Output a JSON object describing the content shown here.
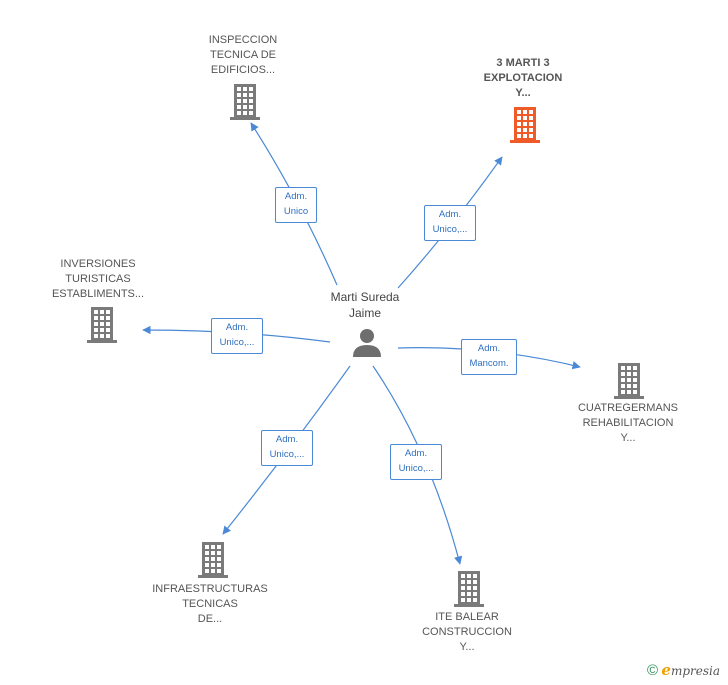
{
  "center": {
    "name": "Marti Sureda\nJaime",
    "icon": "person-icon"
  },
  "companies": [
    {
      "id": "inspeccion",
      "label": "INSPECCION\nTECNICA DE\nEDIFICIOS...",
      "role": "Adm.\nUnico",
      "highlight": false
    },
    {
      "id": "marti3",
      "label": "3 MARTI 3\nEXPLOTACION\nY...",
      "role": "Adm.\nUnico,...",
      "highlight": true
    },
    {
      "id": "inversiones",
      "label": "INVERSIONES\nTURISTICAS\nESTABLIMENTS...",
      "role": "Adm.\nUnico,...",
      "highlight": false
    },
    {
      "id": "cuatregermans",
      "label": "CUATREGERMANS\nREHABILITACION\nY...",
      "role": "Adm.\nMancom.",
      "highlight": false
    },
    {
      "id": "infraestructuras",
      "label": "INFRAESTRUCTURAS\nTECNICAS\nDE...",
      "role": "Adm.\nUnico,...",
      "highlight": false
    },
    {
      "id": "itebalear",
      "label": "ITE BALEAR\nCONSTRUCCION\nY...",
      "role": "Adm.\nUnico,...",
      "highlight": false
    }
  ],
  "colors": {
    "edge": "#4a89d6",
    "building": "#7a7a7a",
    "highlight": "#f05a28",
    "person": "#6e6e6e"
  },
  "footer": {
    "copyright": "©",
    "brand_initial": "e",
    "brand_rest": "mpresia"
  }
}
